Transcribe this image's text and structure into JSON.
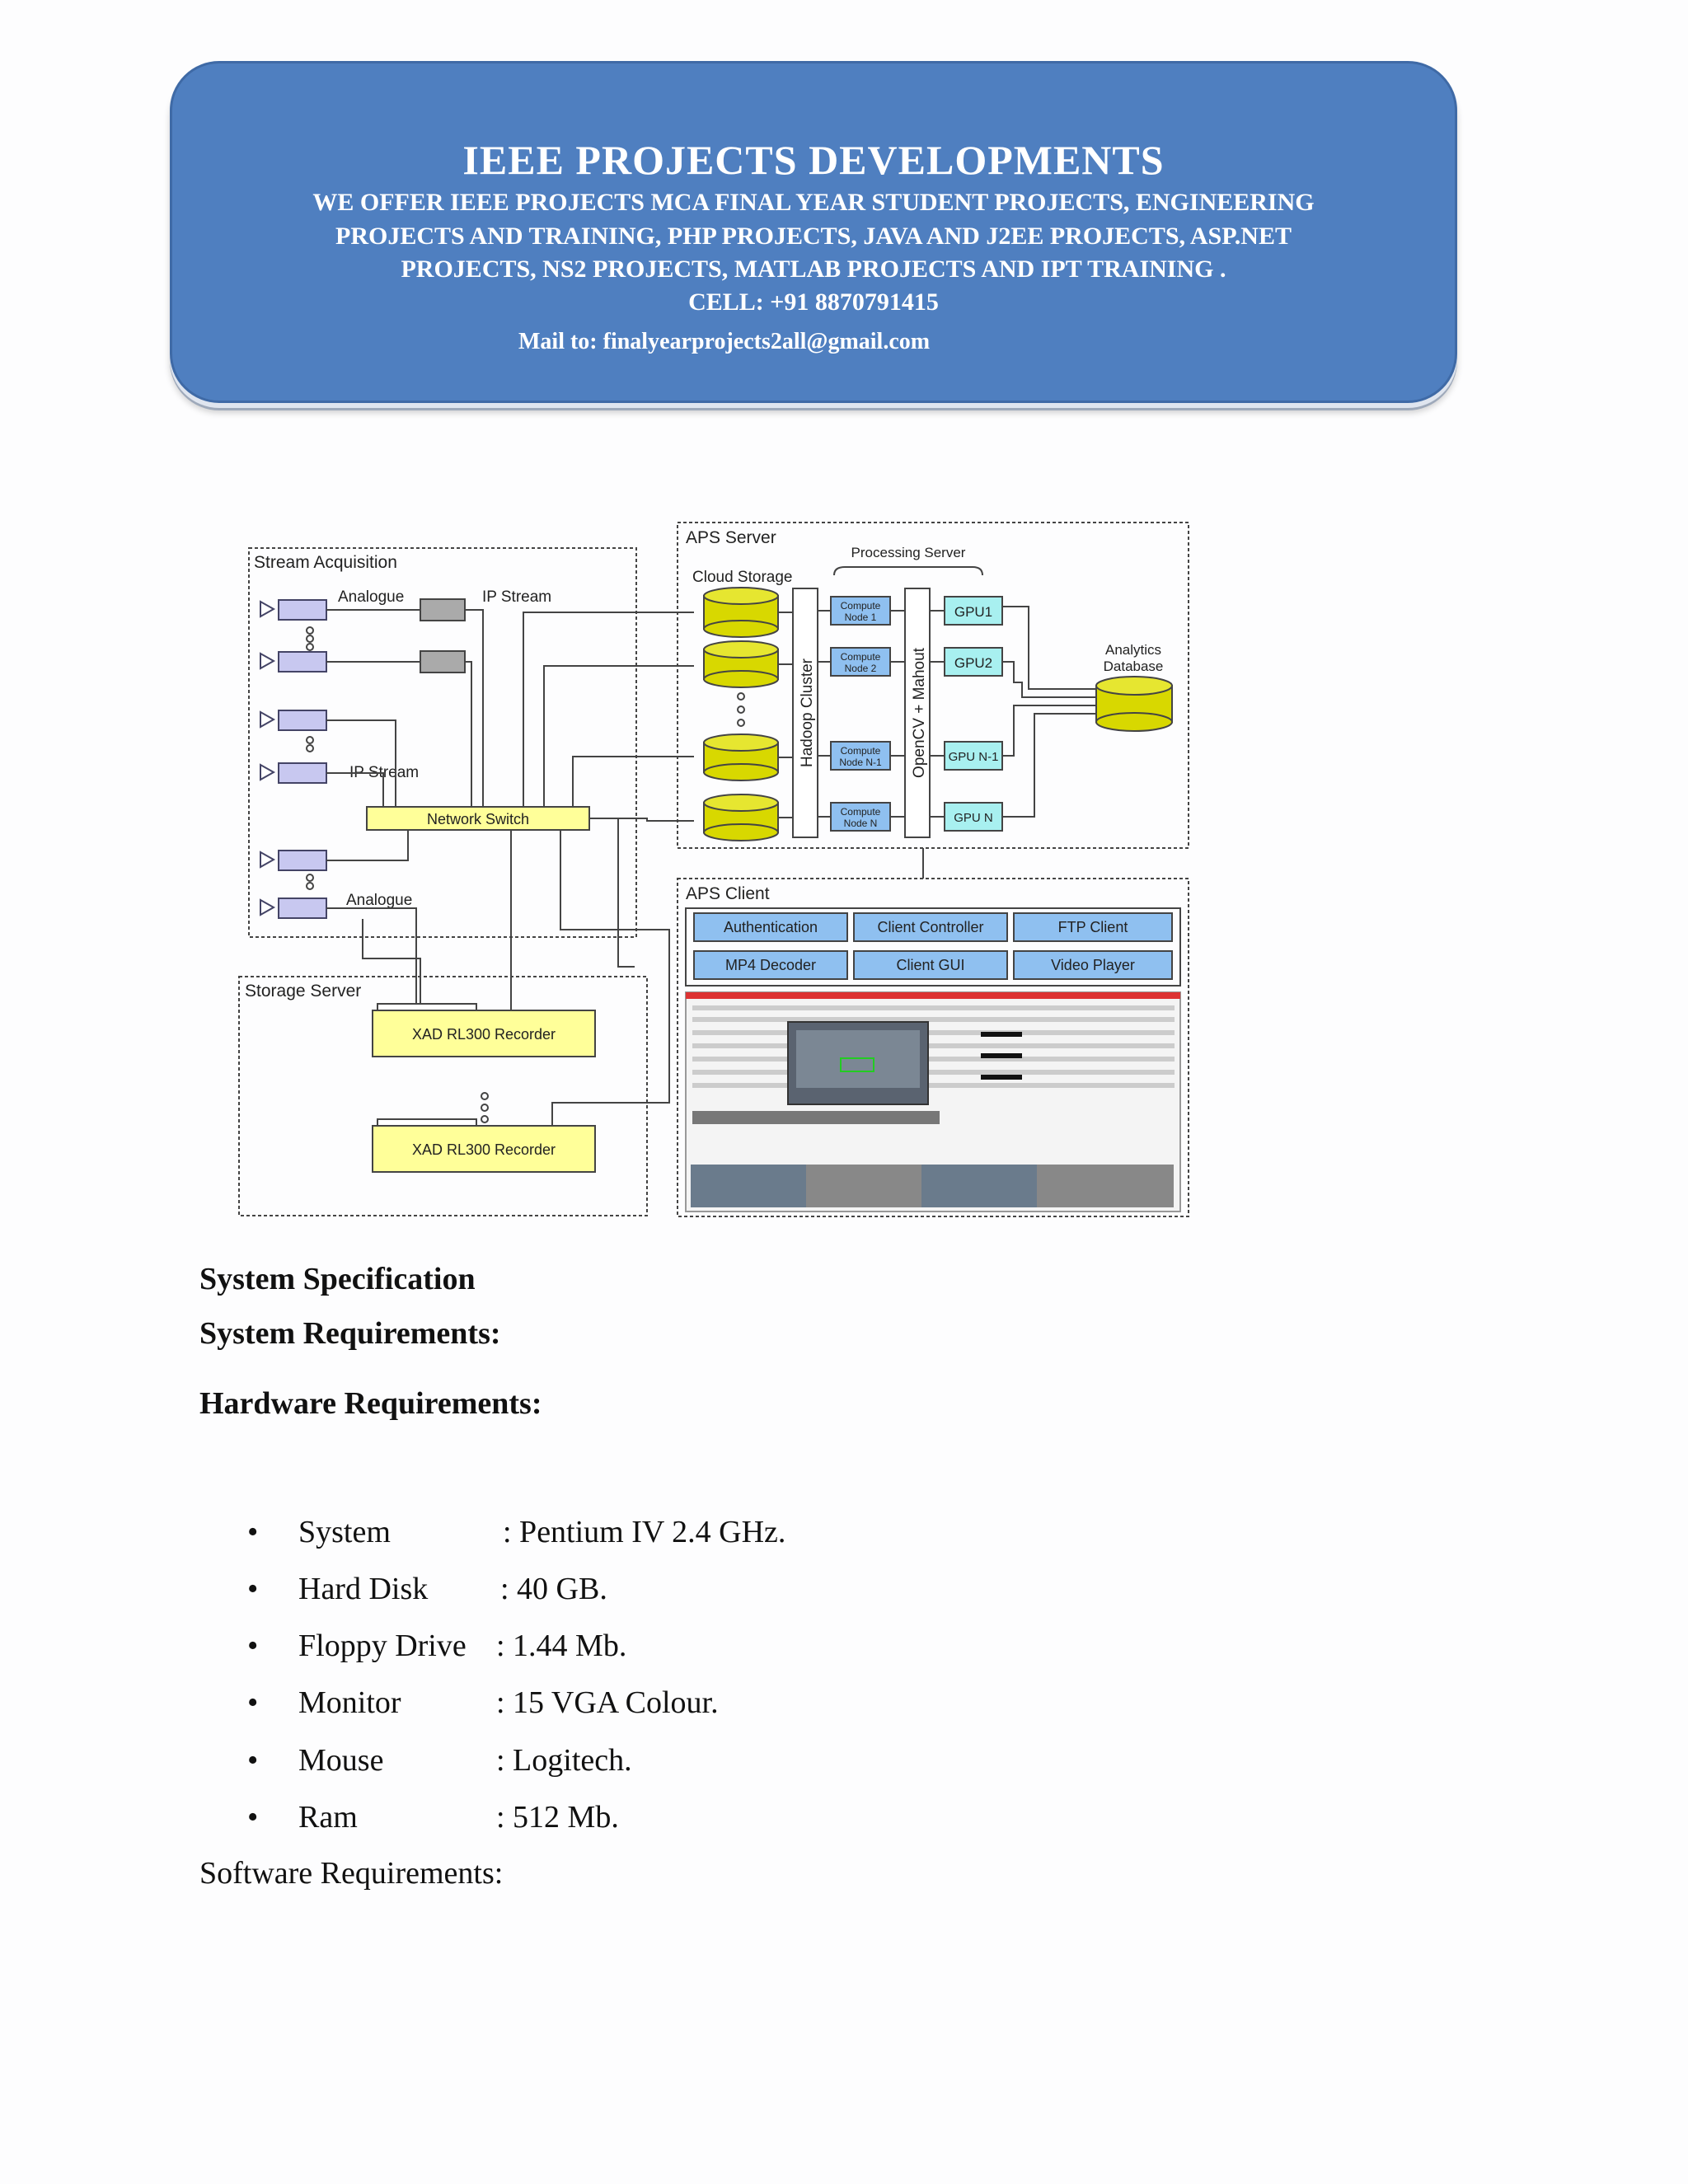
{
  "banner": {
    "title": "IEEE PROJECTS DEVELOPMENTS",
    "line1": "WE OFFER  IEEE  PROJECTS  MCA  FINAL  YEAR  STUDENT  PROJECTS,  ENGINEERING",
    "line2": "PROJECTS  AND TRAINING,  PHP PROJECTS,  JAVA AND  J2EE  PROJECTS,  ASP.NET",
    "line3": "PROJECTS,  NS2 PROJECTS,  MATLAB  PROJECTS  AND IPT TRAINING  .",
    "cell": "CELL:  +91 8870791415",
    "mail": "Mail to: finalyearprojects2all@gmail.com"
  },
  "diagram": {
    "stream_acquisition": "Stream Acquisition",
    "analogue_1": "Analogue",
    "ip_stream_1": "IP Stream",
    "ip_stream_2": "IP Stream",
    "analogue_2": "Analogue",
    "network_switch": "Network Switch",
    "storage_server": "Storage Server",
    "recorder_1": "XAD RL300 Recorder",
    "recorder_2": "XAD RL300 Recorder",
    "aps_server": "APS Server",
    "cloud_storage": "Cloud Storage",
    "processing_server": "Processing Server",
    "hadoop_cluster": "Hadoop Cluster",
    "opencv_mahout": "OpenCV + Mahout",
    "compute_nodes": [
      [
        "Compute",
        "Node 1"
      ],
      [
        "Compute",
        "Node 2"
      ],
      [
        "Compute",
        "Node N-1"
      ],
      [
        "Compute",
        "Node N"
      ]
    ],
    "gpus": [
      "GPU1",
      "GPU2",
      "GPU N-1",
      "GPU N"
    ],
    "analytics_db": [
      "Analytics",
      "Database"
    ],
    "aps_client": "APS Client",
    "client_modules": [
      "Authentication",
      "Client Controller",
      "FTP Client",
      "MP4 Decoder",
      "Client GUI",
      "Video Player"
    ]
  },
  "content": {
    "system_specification": "System Specification",
    "system_requirements": "System Requirements:",
    "hardware_requirements": "Hardware  Requirements:",
    "hardware_items": [
      {
        "bullet": "•",
        "name": "System",
        "value": ": Pentium  IV 2.4 GHz."
      },
      {
        "bullet": "•",
        "name": "Hard Disk",
        "value": ": 40 GB."
      },
      {
        "bullet": "•",
        "name": "Floppy Drive",
        "value": ": 1.44 Mb."
      },
      {
        "bullet": "•",
        "name": "Monitor",
        "value": ": 15 VGA  Colour."
      },
      {
        "bullet": "•",
        "name": "Mouse",
        "value": ": Logitech."
      },
      {
        "bullet": "•",
        "name": "Ram",
        "value": ": 512 Mb."
      }
    ],
    "software_requirements": "Software  Requirements:"
  }
}
